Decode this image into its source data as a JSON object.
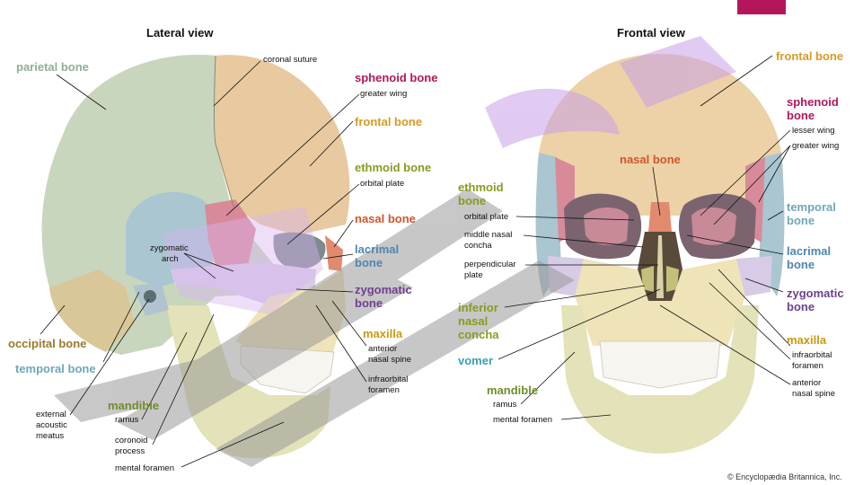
{
  "colors": {
    "parietal": "#8fae97",
    "sphenoid": "#b5165b",
    "frontal": "#d89a24",
    "ethmoid": "#8a9a22",
    "nasal": "#d2552c",
    "lacrimal": "#4f86b0",
    "zygomatic": "#6e3f8e",
    "maxilla": "#c99a10",
    "occipital": "#9a7a2a",
    "temporal": "#6fa8b8",
    "mandible": "#6e8f2a",
    "vomer": "#3a9fb0",
    "watermark": "#c9a0e8",
    "accent_tab": "#b5165b"
  },
  "lateral": {
    "title": "Lateral view",
    "labels": {
      "parietal": "parietal bone",
      "coronal": "coronal suture",
      "sphenoid": "sphenoid bone",
      "greater_wing": "greater wing",
      "frontal": "frontal bone",
      "ethmoid": "ethmoid bone",
      "orbital_plate": "orbital plate",
      "nasal": "nasal bone",
      "zygomatic_arch_1": "zygomatic",
      "zygomatic_arch_2": "arch",
      "lacrimal_1": "lacrimal",
      "lacrimal_2": "bone",
      "zygomatic_1": "zygomatic",
      "zygomatic_2": "bone",
      "maxilla": "maxilla",
      "anterior_1": "anterior",
      "anterior_2": "nasal spine",
      "infraorbital_1": "infraorbital",
      "infraorbital_2": "foramen",
      "occipital": "occipital bone",
      "temporal": "temporal bone",
      "mandible": "mandible",
      "ramus": "ramus",
      "coronoid_1": "coronoid",
      "coronoid_2": "process",
      "eam_1": "external",
      "eam_2": "acoustic",
      "eam_3": "meatus",
      "mental": "mental foramen"
    }
  },
  "frontal": {
    "title": "Frontal view",
    "labels": {
      "frontal": "frontal bone",
      "sphenoid_1": "sphenoid",
      "sphenoid_2": "bone",
      "lesser_wing": "lesser wing",
      "greater_wing": "greater wing",
      "nasal": "nasal bone",
      "ethmoid_1": "ethmoid",
      "ethmoid_2": "bone",
      "orbital_plate": "orbital plate",
      "middle_concha_1": "middle nasal",
      "middle_concha_2": "concha",
      "perp_plate_1": "perpendicular",
      "perp_plate_2": "plate",
      "temporal_1": "temporal",
      "temporal_2": "bone",
      "lacrimal_1": "lacrimal",
      "lacrimal_2": "bone",
      "zygomatic_1": "zygomatic",
      "zygomatic_2": "bone",
      "inferior_1": "inferior",
      "inferior_2": "nasal",
      "inferior_3": "concha",
      "vomer": "vomer",
      "maxilla": "maxilla",
      "infraorbital_1": "infraorbital",
      "infraorbital_2": "foramen",
      "anterior_1": "anterior",
      "anterior_2": "nasal spine",
      "mandible": "mandible",
      "ramus": "ramus",
      "mental": "mental foramen"
    }
  },
  "credit": "© Encyclopædia Britannica, Inc."
}
